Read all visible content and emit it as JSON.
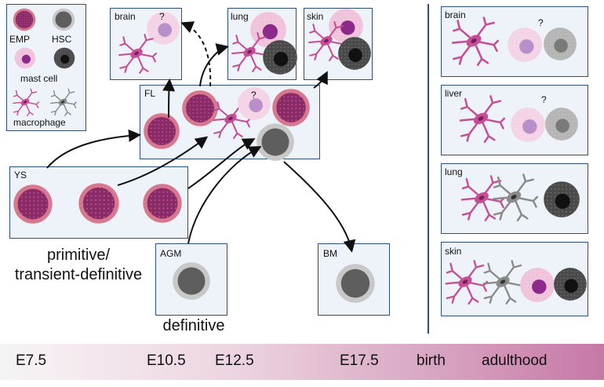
{
  "legend": {
    "emp": "EMP",
    "hsc": "HSC",
    "mast_cell": "mast cell",
    "macrophage": "macrophage"
  },
  "boxes": {
    "brain": "brain",
    "lung": "lung",
    "skin": "skin",
    "fl": "FL",
    "ys": "YS",
    "agm": "AGM",
    "bm": "BM"
  },
  "uncertain_mark": "?",
  "labels": {
    "primitive": "primitive/\ntransient-definitive",
    "definitive": "definitive"
  },
  "adult_panels": [
    "brain",
    "liver",
    "lung",
    "skin"
  ],
  "timeline": [
    "E7.5",
    "E10.5",
    "E12.5",
    "E17.5",
    "birth",
    "adulthood"
  ],
  "colors": {
    "emp_fill": "#8c2a68",
    "emp_ring": "#d7788f",
    "hsc_fill": "#5e5e5e",
    "hsc_ring": "#c8c8c8",
    "mast_fill": "#f0c2dc",
    "mast_nucleus": "#8c2a8c",
    "macrophage": "#c44f97",
    "macrophage_grey": "#8a8a8a",
    "box_bg": "#eef3fa",
    "box_border": "#2f4f7a"
  }
}
